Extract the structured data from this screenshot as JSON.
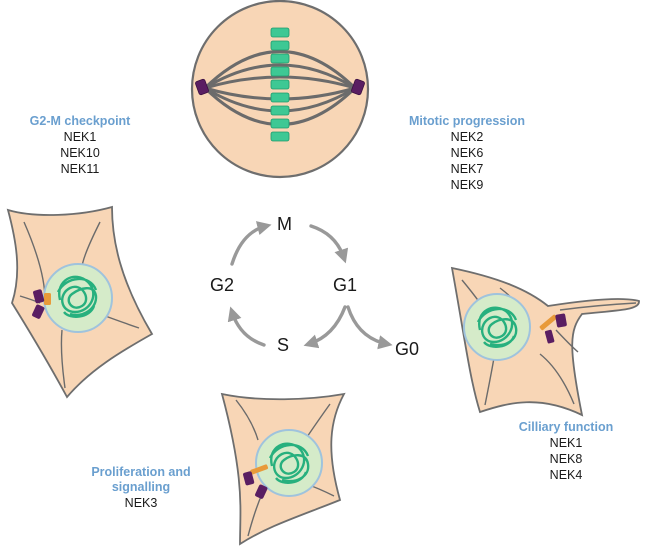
{
  "cycle": {
    "phases": {
      "m": "M",
      "g1": "G1",
      "g2": "G2",
      "s": "S",
      "g0": "G0"
    }
  },
  "groups": {
    "g2m": {
      "title": "G2-M checkpoint",
      "genes": [
        "NEK1",
        "NEK10",
        "NEK11"
      ]
    },
    "mitotic": {
      "title": "Mitotic progression",
      "genes": [
        "NEK2",
        "NEK6",
        "NEK7",
        "NEK9"
      ]
    },
    "ciliary": {
      "title": "Cilliary function",
      "genes": [
        "NEK1",
        "NEK8",
        "NEK4"
      ]
    },
    "prolif": {
      "title_line1": "Proliferation and",
      "title_line2": "signalling",
      "genes": [
        "NEK3"
      ]
    }
  },
  "colors": {
    "cell_fill": "#f8d6b6",
    "cell_stroke": "#6e6e6e",
    "nucleus_fill": "#d5ebc9",
    "nucleus_stroke": "#9fc3dd",
    "chromatin": "#27b07e",
    "arrow": "#999999",
    "centrosome": "#5a1e62",
    "title_blue": "#6a9fcf"
  }
}
